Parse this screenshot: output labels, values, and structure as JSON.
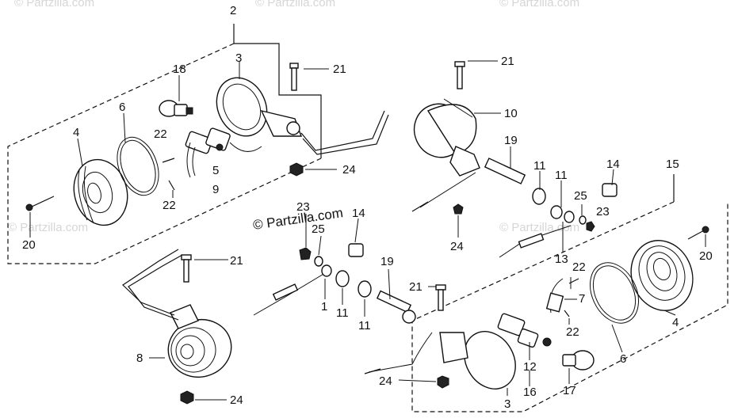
{
  "watermark_text": "© Partzilla.com",
  "credit_text": "© Partzilla.com",
  "callouts": {
    "c2": "2",
    "c3a": "3",
    "c18": "18",
    "c21a": "21",
    "c6a": "6",
    "c4a": "4",
    "c22a": "22",
    "c5": "5",
    "c9": "9",
    "c22b": "22",
    "c24a": "24",
    "c20a": "20",
    "c21b": "21",
    "c10": "10",
    "c19a": "19",
    "c11a": "11",
    "c11b": "11",
    "c14a": "14",
    "c15": "15",
    "c25a": "25",
    "c23a": "23",
    "c24b": "24",
    "c13": "13",
    "c20b": "20",
    "c22c": "22",
    "c7": "7",
    "c22d": "22",
    "c4b": "4",
    "c23b": "23",
    "c14b": "14",
    "c25b": "25",
    "c19b": "19",
    "c21c": "21",
    "c1": "1",
    "c11c": "11",
    "c11d": "11",
    "c21d": "21",
    "c8": "8",
    "c24c": "24",
    "c12": "12",
    "c16": "16",
    "c17": "17",
    "c6b": "6",
    "c3b": "3",
    "c24d": "24"
  }
}
